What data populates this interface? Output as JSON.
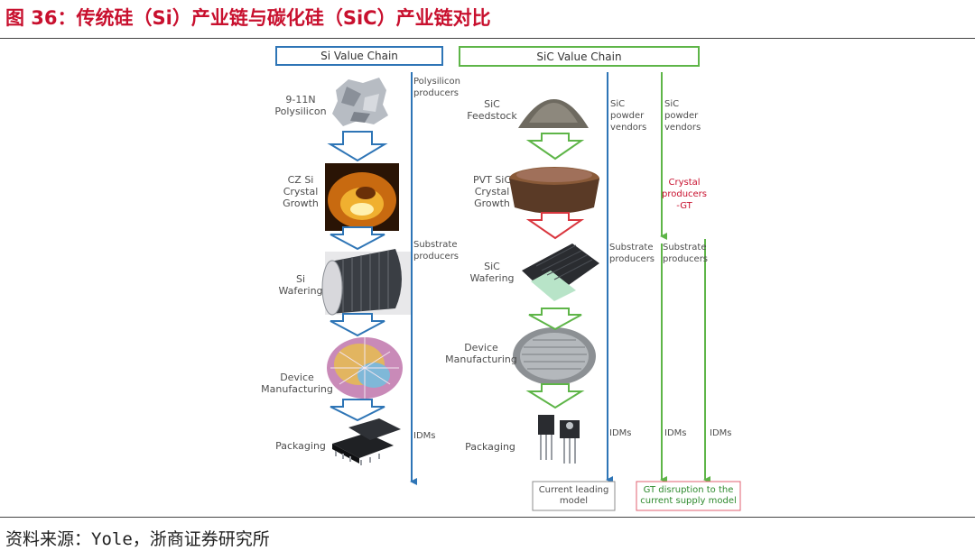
{
  "title": "图 36：传统硅（Si）产业链与碳化硅（SiC）产业链对比",
  "source": "资料来源：Yole，浙商证券研究所",
  "colors": {
    "title_red": "#c8102e",
    "blue": "#2e75b6",
    "green": "#5eb548",
    "red": "#d9363e"
  },
  "si_chain": {
    "header": "Si Value Chain",
    "steps": [
      "9-11N\nPolysilicon",
      "CZ Si\nCrystal\nGrowth",
      "Si\nWafering",
      "Device\nManufacturing",
      "Packaging"
    ],
    "roles": [
      "Polysilicon\nproducers",
      "Substrate\nproducers",
      "IDMs"
    ]
  },
  "sic_chain": {
    "header": "SiC Value Chain",
    "steps": [
      "SiC\nFeedstock",
      "PVT SiC\nCrystal\nGrowth",
      "SiC\nWafering",
      "Device\nManufacturing",
      "Packaging"
    ],
    "current_model": {
      "label": "Current leading\nmodel",
      "roles": [
        "SiC\npowder\nvendors",
        "Substrate\nproducers",
        "IDMs"
      ]
    },
    "gt_model": {
      "label": "GT disruption to the\ncurrent supply model",
      "roles": [
        "SiC\npowder\nvendors",
        "Crystal\nproducers\n-GT",
        "Substrate\nproducers",
        "IDMs",
        "IDMs"
      ]
    }
  }
}
